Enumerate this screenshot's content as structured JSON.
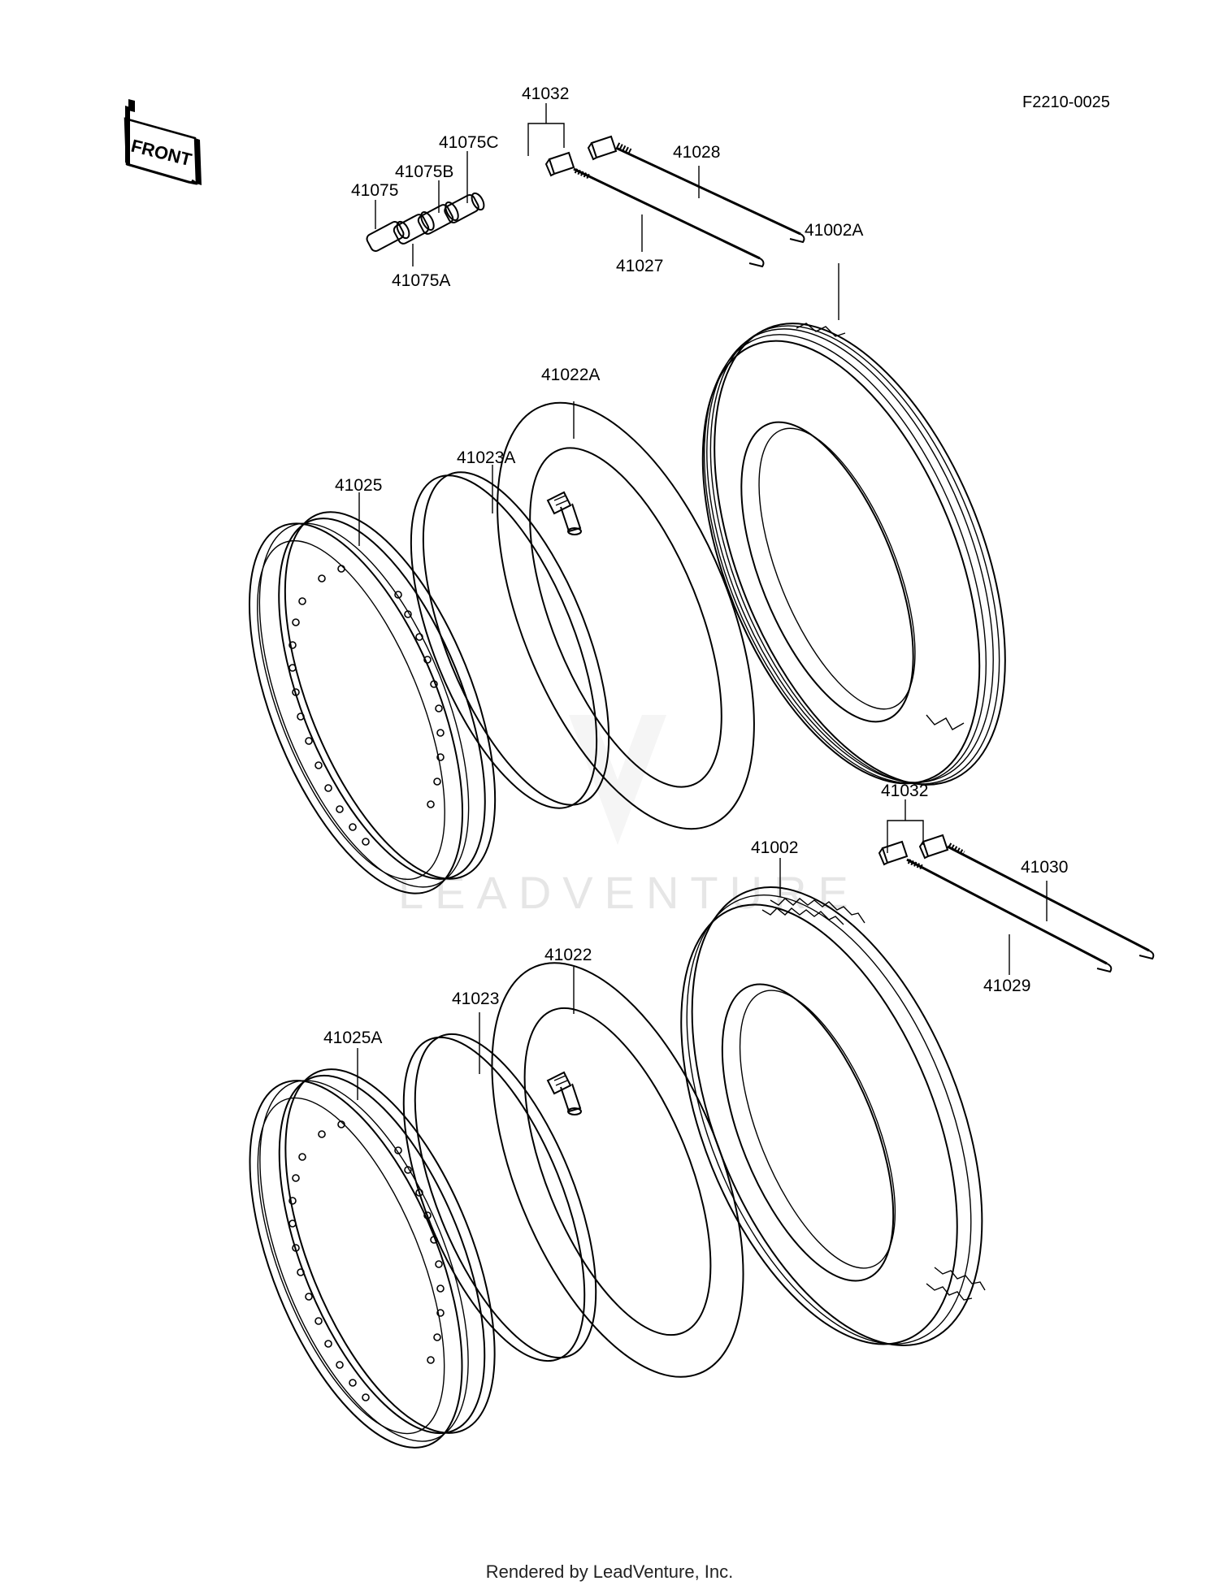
{
  "diagram_code": "F2210-0025",
  "front_tag": "FRONT",
  "watermark": "LEADVENTURE",
  "footer": "Rendered by LeadVenture, Inc.",
  "labels": {
    "p41032_top": "41032",
    "p41028": "41028",
    "p41027": "41027",
    "p41002A": "41002A",
    "p41075C": "41075C",
    "p41075B": "41075B",
    "p41075": "41075",
    "p41075A": "41075A",
    "p41022A": "41022A",
    "p41023A": "41023A",
    "p41025": "41025",
    "p41032_right": "41032",
    "p41002": "41002",
    "p41030": "41030",
    "p41029": "41029",
    "p41022": "41022",
    "p41023": "41023",
    "p41025A": "41025A"
  }
}
